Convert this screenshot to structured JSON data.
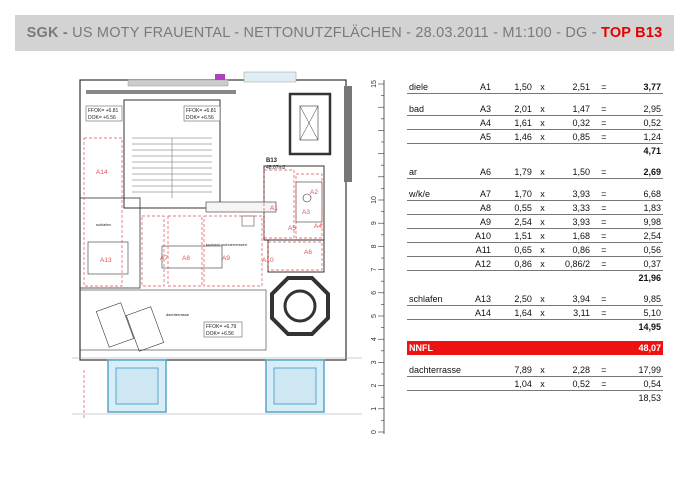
{
  "header": {
    "prefix": "SGK - ",
    "project": "US MOTY FRAUENTAL - NETTONUTZFLÄCHEN - 28.03.2011 - M1:100 - DG - ",
    "unit": "TOP B13"
  },
  "plan": {
    "labels": {
      "ffok_tl": "FFOK= +6.81",
      "dok_tl": "DOK= +6.56",
      "ffok_tm": "FFOK= +6.81",
      "dok_tm": "DOK= +6.56",
      "ffok_b": "FFOK= +6.79",
      "dok_b": "DOK= +6.56",
      "unit": "B13",
      "unit_area": "48,07m2",
      "schlafen": "schlafen",
      "kueche": "kuchen/ wohnen/essen",
      "dachterrasse": "dachterrasse"
    },
    "rooms": [
      "A14",
      "A13",
      "A7",
      "A8",
      "A9",
      "A10",
      "A1",
      "A2",
      "A3",
      "A4",
      "A5",
      "A6"
    ]
  },
  "scale": {
    "ticks": [
      "15",
      "10",
      "9",
      "8",
      "7",
      "6",
      "5",
      "4",
      "3",
      "2",
      "1",
      "0"
    ]
  },
  "areas": {
    "rows": [
      {
        "room": "diele",
        "code": "A1",
        "a": "1,50",
        "x": "x",
        "b": "2,51",
        "eq": "=",
        "r": "3,77",
        "bold_r": true,
        "line": true
      },
      {
        "spacer": true
      },
      {
        "room": "bad",
        "code": "A3",
        "a": "2,01",
        "x": "x",
        "b": "1,47",
        "eq": "=",
        "r": "2,95",
        "line": true
      },
      {
        "room": "",
        "code": "A4",
        "a": "1,61",
        "x": "x",
        "b": "0,32",
        "eq": "=",
        "r": "0,52",
        "line": true
      },
      {
        "room": "",
        "code": "A5",
        "a": "1,46",
        "x": "x",
        "b": "0,85",
        "eq": "=",
        "r": "1,24",
        "line": true
      },
      {
        "subtotal": "4,71"
      },
      {
        "spacer": true
      },
      {
        "room": "ar",
        "code": "A6",
        "a": "1,79",
        "x": "x",
        "b": "1,50",
        "eq": "=",
        "r": "2,69",
        "bold_r": true,
        "line": true
      },
      {
        "spacer": true
      },
      {
        "room": "w/k/e",
        "code": "A7",
        "a": "1,70",
        "x": "x",
        "b": "3,93",
        "eq": "=",
        "r": "6,68",
        "line": true
      },
      {
        "room": "",
        "code": "A8",
        "a": "0,55",
        "x": "x",
        "b": "3,33",
        "eq": "=",
        "r": "1,83",
        "line": true
      },
      {
        "room": "",
        "code": "A9",
        "a": "2,54",
        "x": "x",
        "b": "3,93",
        "eq": "=",
        "r": "9,98",
        "line": true
      },
      {
        "room": "",
        "code": "A10",
        "a": "1,51",
        "x": "x",
        "b": "1,68",
        "eq": "=",
        "r": "2,54",
        "line": true
      },
      {
        "room": "",
        "code": "A11",
        "a": "0,65",
        "x": "x",
        "b": "0,86",
        "eq": "=",
        "r": "0,56",
        "line": true
      },
      {
        "room": "",
        "code": "A12",
        "a": "0,86",
        "x": "x",
        "b": "0,86/2",
        "eq": "=",
        "r": "0,37",
        "line": true
      },
      {
        "subtotal": "21,96"
      },
      {
        "spacer": true
      },
      {
        "room": "schlafen",
        "code": "A13",
        "a": "2,50",
        "x": "x",
        "b": "3,94",
        "eq": "=",
        "r": "9,85",
        "line": true
      },
      {
        "room": "",
        "code": "A14",
        "a": "1,64",
        "x": "x",
        "b": "3,11",
        "eq": "=",
        "r": "5,10",
        "line": true
      },
      {
        "subtotal": "14,95"
      },
      {
        "spacer": true
      },
      {
        "nnfl": true,
        "label": "NNFL",
        "total": "48,07"
      },
      {
        "spacer": true
      },
      {
        "room": "dachterrasse",
        "code": "",
        "a": "7,89",
        "x": "x",
        "b": "2,28",
        "eq": "=",
        "r": "17,99",
        "line": true
      },
      {
        "room": "",
        "code": "",
        "a": "1,04",
        "x": "x",
        "b": "0,52",
        "eq": "=",
        "r": "0,54",
        "line": true
      },
      {
        "terr_total": "18,53"
      }
    ]
  },
  "colors": {
    "nnfl_bg": "#ee1111",
    "accent_red": "#e60000",
    "header_bg": "#d3d3d3",
    "dimension_red": "#e05050"
  }
}
